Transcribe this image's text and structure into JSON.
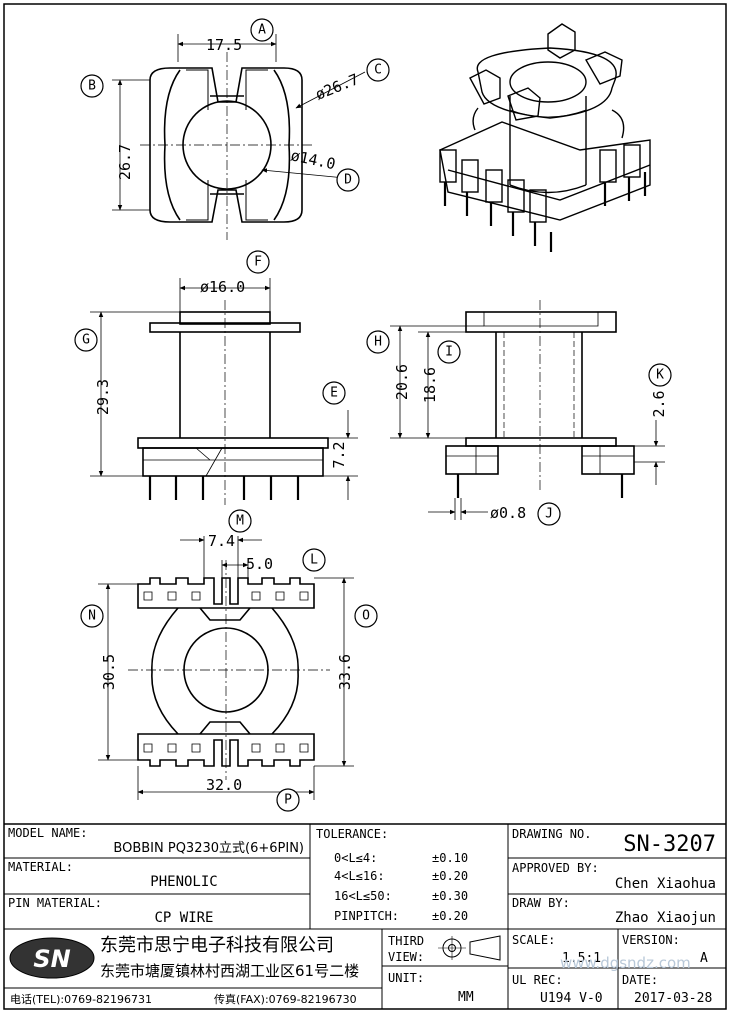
{
  "dimensions": {
    "A": "17.5",
    "B": "26.7",
    "C": "ø26.7",
    "D": "ø14.0",
    "E": "7.2",
    "F": "ø16.0",
    "G": "29.3",
    "H": "20.6",
    "I": "18.6",
    "J": "ø0.8",
    "K": "2.6",
    "L": "5.0",
    "M": "7.4",
    "N": "30.5",
    "O": "33.6",
    "P": "32.0"
  },
  "callouts": [
    "A",
    "B",
    "C",
    "D",
    "E",
    "F",
    "G",
    "H",
    "I",
    "J",
    "K",
    "L",
    "M",
    "N",
    "O",
    "P"
  ],
  "title_block": {
    "model_name_label": "MODEL NAME:",
    "model_name": "BOBBIN PQ3230立式(6+6PIN)",
    "material_label": "MATERIAL:",
    "material": "PHENOLIC",
    "pin_material_label": "PIN MATERIAL:",
    "pin_material": "CP WIRE",
    "tolerance_label": "TOLERANCE:",
    "tolerances": [
      {
        "range": "0<L≤4:",
        "value": "±0.10"
      },
      {
        "range": "4<L≤16:",
        "value": "±0.20"
      },
      {
        "range": "16<L≤50:",
        "value": "±0.30"
      },
      {
        "range": "PINPITCH:",
        "value": "±0.20"
      }
    ],
    "drawing_no_label": "DRAWING NO.",
    "drawing_no": "SN-3207",
    "approved_by_label": "APPROVED BY:",
    "approved_by": "Chen  Xiaohua",
    "draw_by_label": "DRAW BY:",
    "draw_by": "Zhao  Xiaojun",
    "logo": "SN",
    "company_name": "东莞市思宁电子科技有限公司",
    "company_address": "东莞市塘厦镇林村西湖工业区61号二楼",
    "tel": "电话(TEL):0769-82196731",
    "fax": "传真(FAX):0769-82196730",
    "third_view_label_1": "THIRD",
    "third_view_label_2": "VIEW:",
    "unit_label": "UNIT:",
    "unit": "MM",
    "scale_label": "SCALE:",
    "scale": "1.5:1",
    "version_label": "VERSION:",
    "version": "A",
    "ul_rec_label": "UL REC:",
    "ul_rec": "U194 V-0",
    "date_label": "DATE:",
    "date": "2017-03-28",
    "watermark": "www.dgsndz.com"
  }
}
